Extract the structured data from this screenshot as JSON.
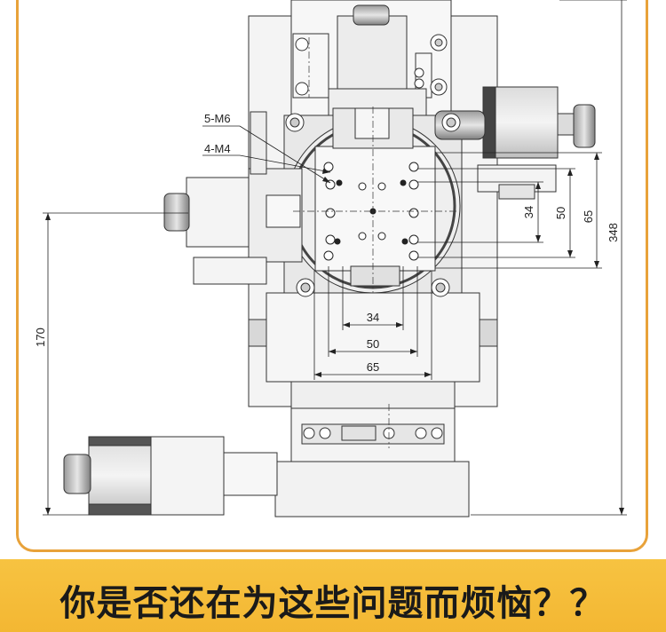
{
  "drawing": {
    "callouts": {
      "m6": "5-M6",
      "m4": "4-M4"
    },
    "dimensions": {
      "h34": "34",
      "h50": "50",
      "h65": "65",
      "v34": "34",
      "v50": "50",
      "v65": "65",
      "v348": "348",
      "v170": "170"
    }
  },
  "banner": {
    "text": "你是否还在为这些问题而烦恼？？"
  },
  "colors": {
    "accent": "#e8a23a",
    "banner_bg": "#f3b733"
  }
}
